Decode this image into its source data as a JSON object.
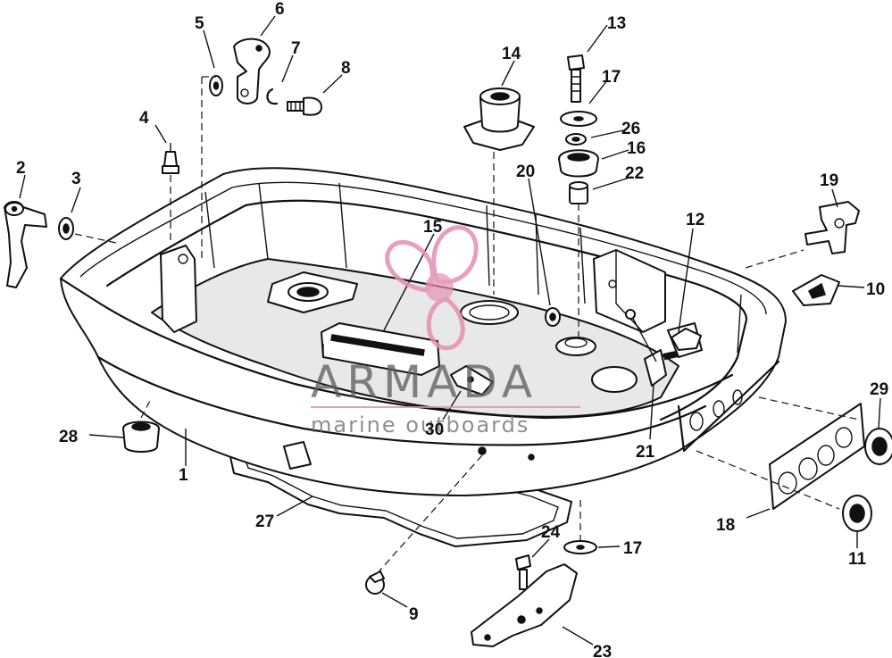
{
  "watermark": {
    "title": "ARMADA",
    "subtitle": "marine outboards",
    "logo_icon": "propeller-logo-icon",
    "accent_color": "#e58fb4"
  },
  "callouts": [
    "1",
    "2",
    "3",
    "4",
    "5",
    "6",
    "7",
    "8",
    "9",
    "10",
    "11",
    "12",
    "13",
    "14",
    "15",
    "16",
    "17",
    "17",
    "18",
    "19",
    "20",
    "21",
    "22",
    "23",
    "24",
    "26",
    "27",
    "28",
    "29",
    "30"
  ]
}
